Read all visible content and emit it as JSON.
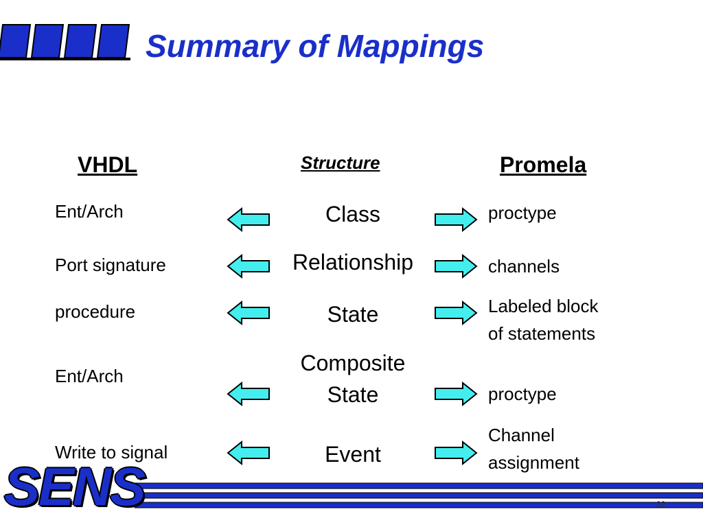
{
  "title": "Summary of Mappings",
  "headers": {
    "left": "VHDL",
    "middle": "Structure",
    "right": "Promela"
  },
  "rows": [
    {
      "left": "Ent/Arch",
      "middle": "Class",
      "right": "proctype"
    },
    {
      "left": "Port signature",
      "middle": "Relationship",
      "right": "channels"
    },
    {
      "left": "procedure",
      "middle": "State",
      "right": "Labeled block\nof statements"
    },
    {
      "left": "Ent/Arch",
      "middle": "Composite\nState",
      "right": "proctype"
    },
    {
      "left": "Write to signal",
      "middle": "Event",
      "right": "Channel\nassignment"
    }
  ],
  "footer": {
    "logo_text": "SENS",
    "page_number": "32"
  },
  "colors": {
    "brand_blue": "#1a2fc9",
    "arrow_fill": "#44eeee"
  },
  "icons": {
    "arrow_left": "left-arrow-icon",
    "arrow_right": "right-arrow-icon"
  }
}
